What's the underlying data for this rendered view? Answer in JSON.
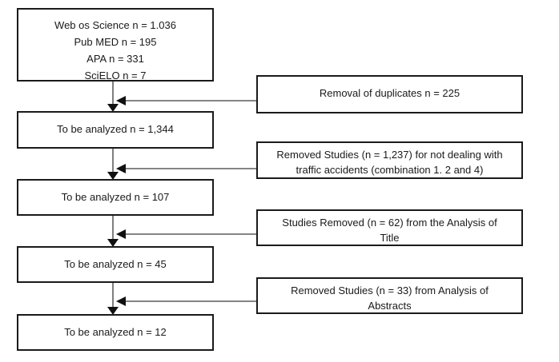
{
  "diagram": {
    "type": "flowchart",
    "sources_box": {
      "lines": [
        "Web os Science n = 1.036",
        "Pub MED n = 195",
        "APA n = 331",
        "SciELO n = 7"
      ]
    },
    "flow_boxes": [
      {
        "label": "To be analyzed n = 1,344"
      },
      {
        "label": "To be analyzed n = 107"
      },
      {
        "label": "To be analyzed n = 45"
      },
      {
        "label": "To be analyzed n = 12"
      }
    ],
    "removal_boxes": [
      {
        "lines": [
          "Removal of duplicates n = 225"
        ]
      },
      {
        "lines": [
          "Removed Studies (n = 1,237) for not dealing with",
          "traffic accidents (combination 1. 2 and 4)"
        ]
      },
      {
        "lines": [
          "Studies Removed (n = 62) from the Analysis of",
          "Title"
        ]
      },
      {
        "lines": [
          "Removed Studies (n = 33) from Analysis of",
          "Abstracts"
        ]
      }
    ],
    "colors": {
      "background": "#ffffff",
      "box_border": "#1a1a1a",
      "text": "#1a1a1a",
      "connector_line": "#3a3a3a",
      "arrowhead": "#111111"
    }
  }
}
